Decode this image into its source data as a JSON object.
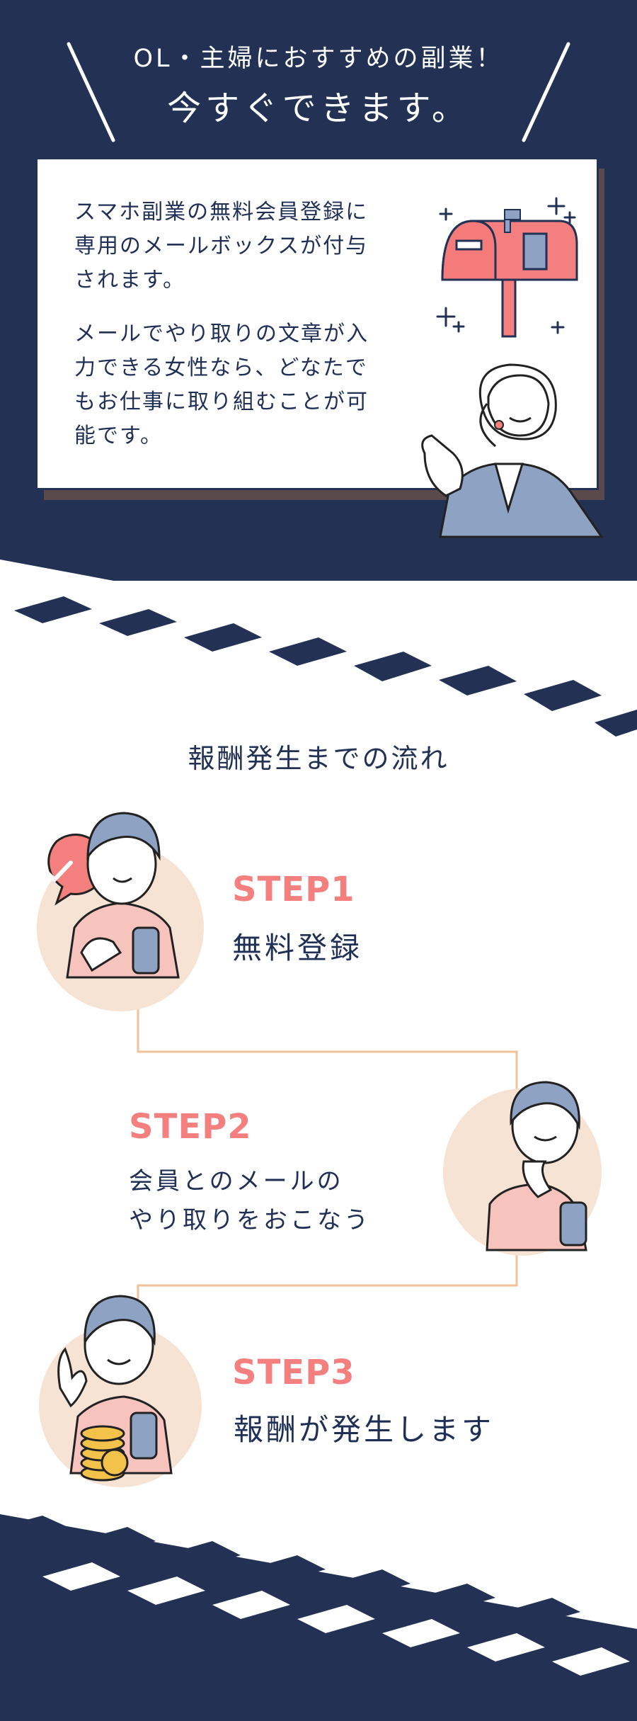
{
  "header": {
    "line1": "OL・主婦におすすめの副業！",
    "line2": "今すぐできます。"
  },
  "card": {
    "paragraph1": [
      "スマホ副業の無料会員登録に",
      "専用のメールボックスが付与",
      "されます。"
    ],
    "paragraph2": [
      "メールでやり取りの文章が入",
      "力できる女性なら、どなたで",
      "もお仕事に取り組むことが可",
      "能です。"
    ]
  },
  "flow": {
    "title": "報酬発生までの流れ",
    "steps": [
      {
        "label": "STEP1",
        "desc": [
          "無料登録"
        ]
      },
      {
        "label": "STEP2",
        "desc": [
          "会員とのメールの",
          "やり取りをおこなう"
        ]
      },
      {
        "label": "STEP3",
        "desc": [
          "報酬が発生します"
        ]
      }
    ]
  },
  "colors": {
    "navy": "#223154",
    "coral": "#f47f7f",
    "peach": "#f7e3d4",
    "line": "#f3c199",
    "hair": "#8ea3c4"
  },
  "icons": [
    "mailbox-icon",
    "sparkle-icon",
    "woman-presenting-illustration",
    "check-speech-bubble-icon",
    "smartphone-icon",
    "coin-stack-icon"
  ]
}
